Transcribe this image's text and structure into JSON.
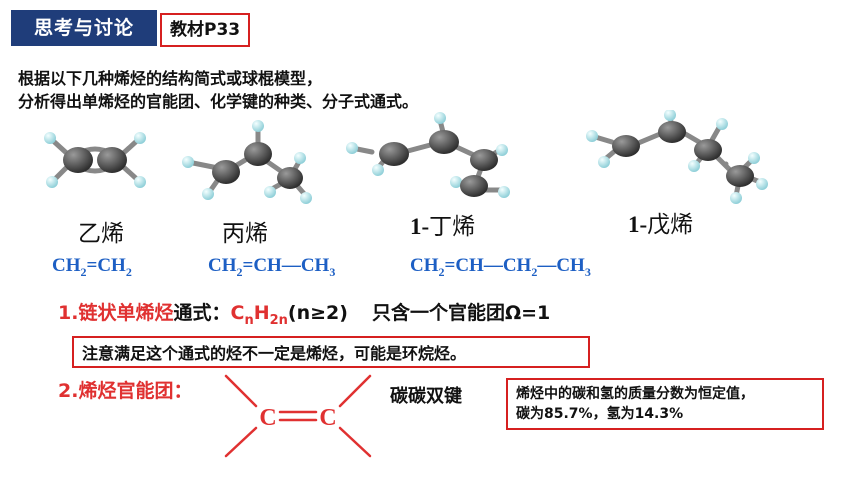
{
  "header": {
    "tag": "思考与讨论",
    "ref": "教材P33"
  },
  "intro": {
    "line1": "根据以下几种烯烃的结构简式或球棍模型，",
    "line2": "分析得出单烯烃的官能团、化学键的种类、分子式通式。"
  },
  "molecules": [
    {
      "name": "乙烯",
      "formula": [
        "CH",
        "2",
        "=CH",
        "2"
      ]
    },
    {
      "name": "丙烯",
      "formula": [
        "CH",
        "2",
        "=CH—CH",
        "3"
      ]
    },
    {
      "name_prefix": "1-",
      "name": "丁烯",
      "formula": [
        "CH",
        "2",
        "=CH—CH",
        "2",
        "—CH",
        "3"
      ]
    },
    {
      "name_prefix": "1-",
      "name": "戊烯"
    }
  ],
  "rule1": {
    "number": "1.",
    "label": "链状单烯烃",
    "mid": "通式：",
    "formula_c": "C",
    "formula_n": "n",
    "formula_h": "H",
    "formula_2n": "2n",
    "condition": "(n≥2)",
    "tail": "只含一个官能团Ω=1"
  },
  "note": "注意满足这个通式的烃不一定是烯烃，可能是环烷烃。",
  "rule2": {
    "label": "2.烯烃官能团：",
    "atom_left": "C",
    "atom_right": "C",
    "bond_name": "碳碳双键"
  },
  "mass_note": {
    "line1": "烯烃中的碳和氢的质量分数为恒定值，",
    "line2": "碳为85.7%，氢为14.3%"
  },
  "colors": {
    "tag_bg": "#1f3d7a",
    "accent_red": "#e03131",
    "formula_blue": "#1d5fc4",
    "carbon": "#4a4a4a",
    "hydrogen": "#bfe6ec"
  }
}
